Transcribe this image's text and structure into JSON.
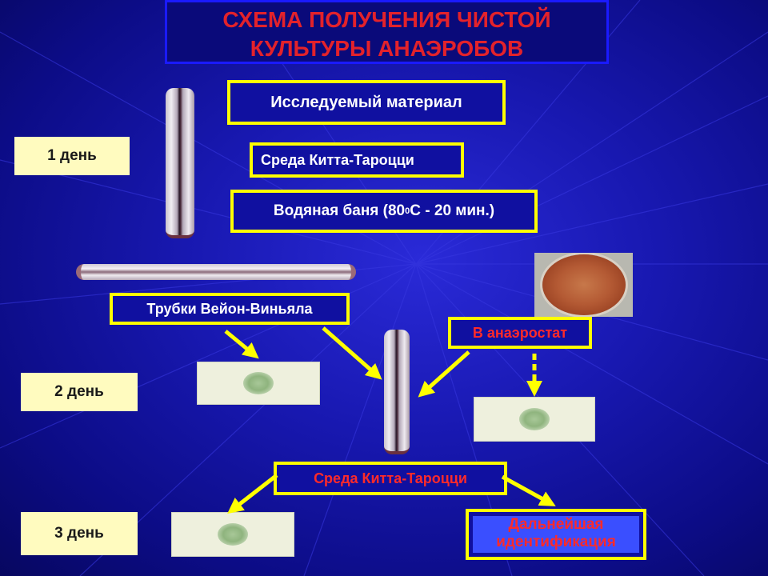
{
  "title": {
    "line1": "СХЕМА ПОЛУЧЕНИЯ ЧИСТОЙ",
    "line2": "КУЛЬТУРЫ АНАЭРОБОВ"
  },
  "days": {
    "day1": "1 день",
    "day2": "2 день",
    "day3": "3 день"
  },
  "boxes": {
    "material": "Исследуемый материал",
    "kitt1": "Среда Китта-Тароцци",
    "bath_prefix": "Водяная баня (80",
    "bath_sup": "0",
    "bath_suffix": "С - 20 мин.)",
    "veillon": "Трубки Вейон-Виньяла",
    "anaerostat": "В анаэростат",
    "kitt2": "Среда Китта-Тароцци",
    "further": "Дальнейшая идентификация"
  },
  "colors": {
    "background": "#1818b0",
    "box_border": "#ffff00",
    "title_text": "#e3222b",
    "day_fill": "#fffbbf",
    "red_text": "#ff2a2a"
  }
}
